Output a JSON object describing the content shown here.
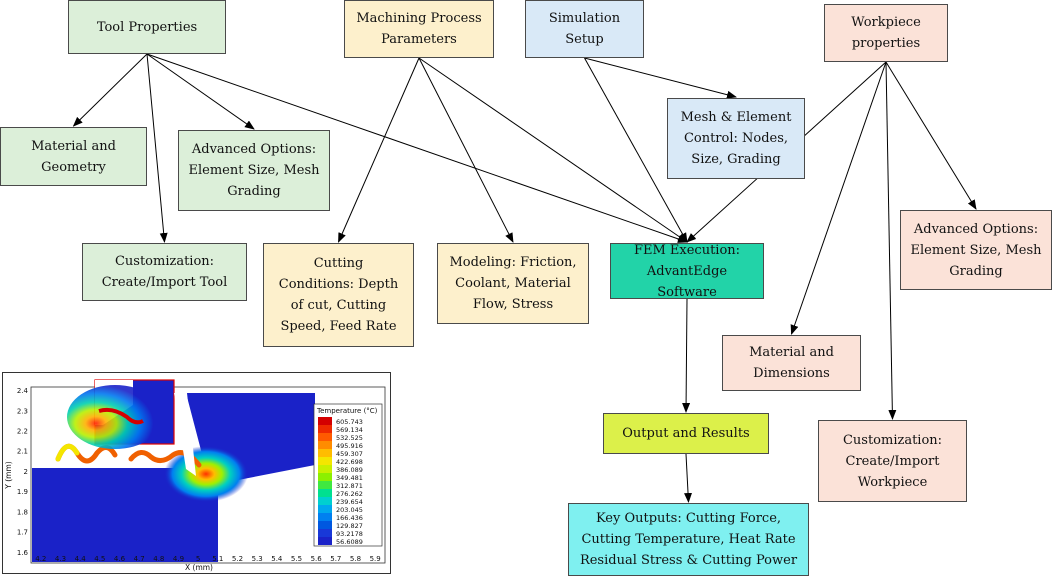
{
  "nodes": {
    "tool_properties": {
      "label": "Tool Properties",
      "color": "#dcefd9"
    },
    "machining_params": {
      "label": "Machining Process\nParameters",
      "color": "#fdf0cc"
    },
    "simulation_setup": {
      "label": "Simulation\nSetup",
      "color": "#d9e9f7"
    },
    "workpiece_props": {
      "label": "Workpiece\nproperties",
      "color": "#fbe2d8"
    },
    "tool_material_geometry": {
      "label": "Material and\nGeometry",
      "color": "#dcefd9"
    },
    "tool_advanced_options": {
      "label": "Advanced Options:\nElement Size, Mesh\nGrading",
      "color": "#dcefd9"
    },
    "tool_customization": {
      "label": "Customization:\nCreate/Import Tool",
      "color": "#dcefd9"
    },
    "cutting_conditions": {
      "label": "Cutting\nConditions: Depth\nof cut, Cutting\nSpeed, Feed Rate",
      "color": "#fdf0cc"
    },
    "modeling": {
      "label": "Modeling: Friction,\nCoolant, Material\nFlow, Stress",
      "color": "#fdf0cc"
    },
    "mesh_control": {
      "label": "Mesh & Element\nControl: Nodes,\nSize, Grading",
      "color": "#d9e9f7"
    },
    "fem_execution": {
      "label": "FEM Execution:\nAdvantEdge Software",
      "color": "#22d3a8"
    },
    "wp_advanced_options": {
      "label": "Advanced Options:\nElement Size, Mesh\nGrading",
      "color": "#fbe2d8"
    },
    "wp_material_dimensions": {
      "label": "Material and\nDimensions",
      "color": "#fbe2d8"
    },
    "wp_customization": {
      "label": "Customization:\nCreate/Import\nWorkpiece",
      "color": "#fbe2d8"
    },
    "output_results": {
      "label": "Output and Results",
      "color": "#dcf04a"
    },
    "key_outputs": {
      "label": "Key Outputs: Cutting Force,\nCutting Temperature, Heat Rate\nResidual Stress & Cutting Power",
      "color": "#7ff0f0"
    }
  },
  "edges": [
    [
      "tool_properties",
      "tool_material_geometry"
    ],
    [
      "tool_properties",
      "tool_advanced_options"
    ],
    [
      "tool_properties",
      "tool_customization"
    ],
    [
      "tool_properties",
      "fem_execution"
    ],
    [
      "machining_params",
      "cutting_conditions"
    ],
    [
      "machining_params",
      "modeling"
    ],
    [
      "machining_params",
      "fem_execution"
    ],
    [
      "simulation_setup",
      "mesh_control"
    ],
    [
      "simulation_setup",
      "fem_execution"
    ],
    [
      "workpiece_props",
      "fem_execution"
    ],
    [
      "workpiece_props",
      "wp_advanced_options"
    ],
    [
      "workpiece_props",
      "wp_material_dimensions"
    ],
    [
      "workpiece_props",
      "wp_customization"
    ],
    [
      "fem_execution",
      "output_results"
    ],
    [
      "output_results",
      "key_outputs"
    ]
  ],
  "simulation_plot": {
    "legend_title": "Temperature (°C)",
    "legend_values": [
      "605.743",
      "569.134",
      "532.525",
      "495.916",
      "459.307",
      "422.698",
      "386.089",
      "349.481",
      "312.871",
      "276.262",
      "239.654",
      "203.045",
      "166.436",
      "129.827",
      "93.2178",
      "56.6089"
    ],
    "legend_colors": [
      "#d40000",
      "#ee2a00",
      "#ff5a00",
      "#ff8c00",
      "#ffbd00",
      "#f4e600",
      "#c8f000",
      "#8cf000",
      "#40e840",
      "#00e090",
      "#00d0d0",
      "#00a8ee",
      "#0080f0",
      "#0058e0",
      "#1838d8",
      "#1a22c8"
    ],
    "x_label": "X (mm)",
    "y_label": "Y (mm)",
    "x_ticks": [
      "4.2",
      "4.3",
      "4.4",
      "4.5",
      "4.6",
      "4.7",
      "4.8",
      "4.9",
      "5",
      "5.1",
      "5.2",
      "5.3",
      "5.4",
      "5.5",
      "5.6",
      "5.7",
      "5.8",
      "5.9"
    ],
    "y_ticks": [
      "2.4",
      "2.3",
      "2.2",
      "2.1",
      "2",
      "1.9",
      "1.8",
      "1.7",
      "1.6"
    ],
    "x_range": [
      4.15,
      5.95
    ],
    "y_range": [
      1.55,
      2.42
    ]
  }
}
